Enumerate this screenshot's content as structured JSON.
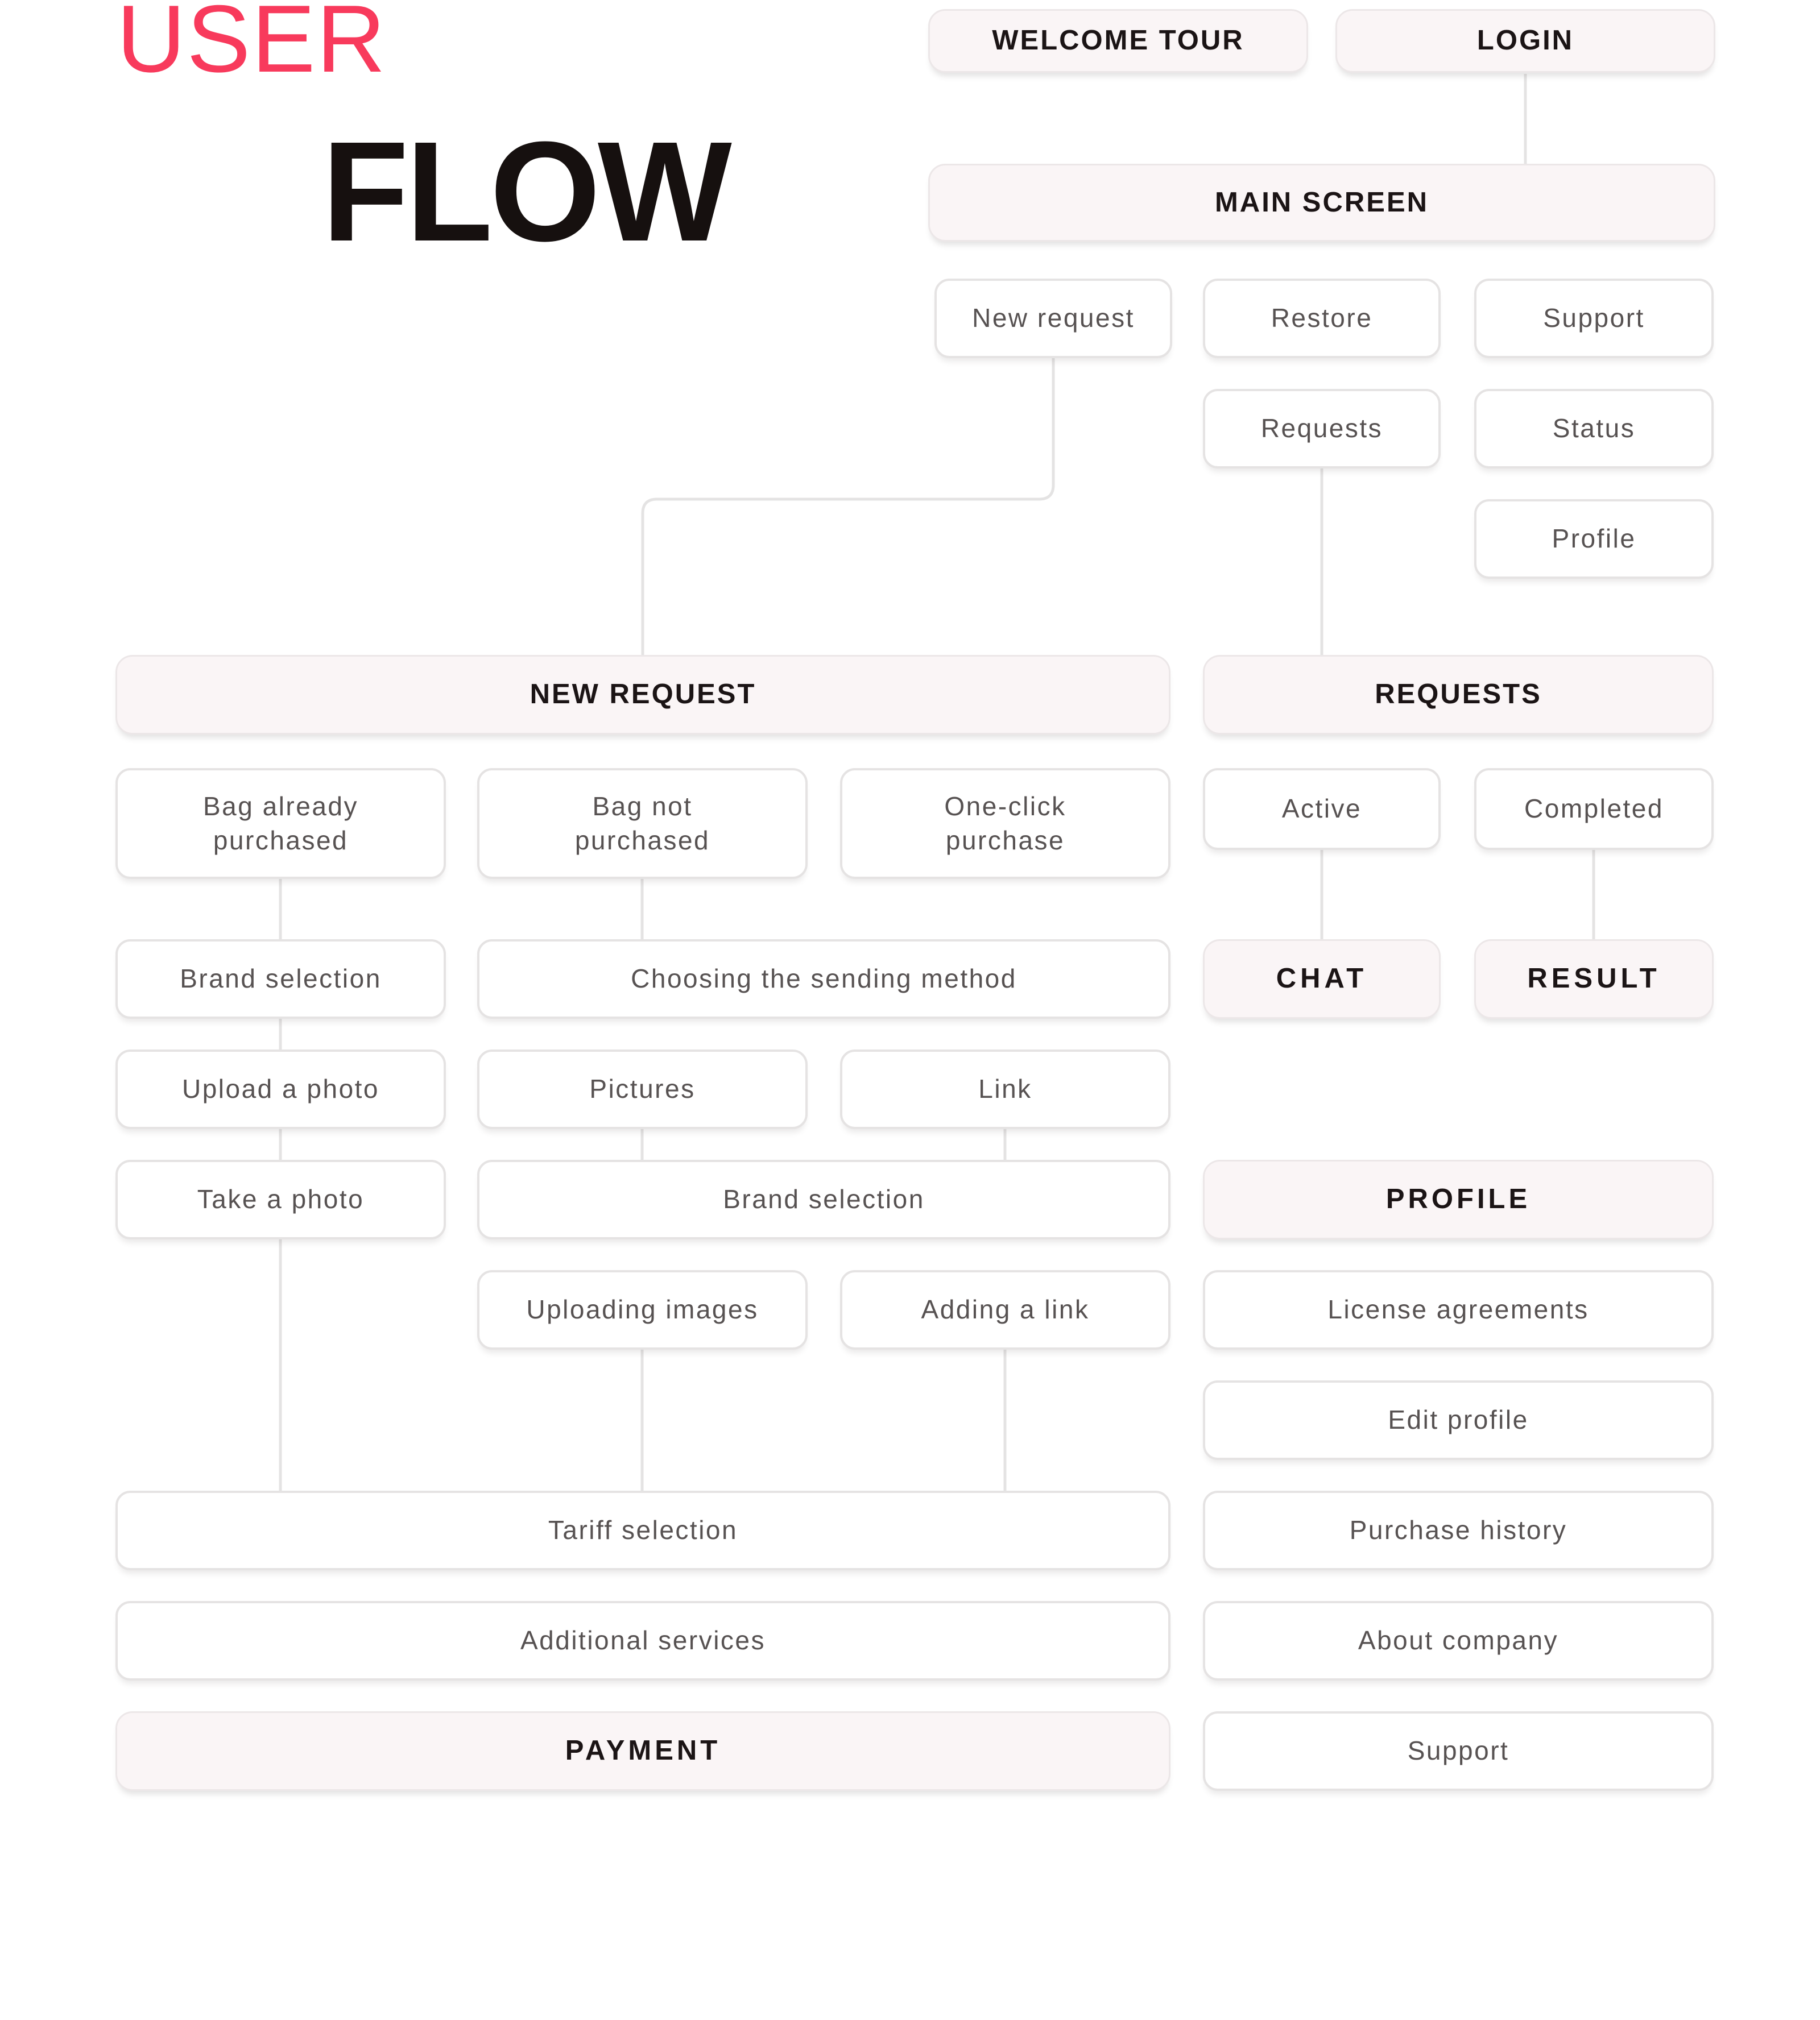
{
  "title": {
    "word1": "USER",
    "word2": "FLOW"
  },
  "palette": {
    "title_accent": "#f83a5c",
    "title_dark": "#16100f",
    "highlight_node_fill": "#faf5f6",
    "default_node_fill": "#ffffff",
    "node_border": "#e5e3e3",
    "connector": "#e4e3e3",
    "node_text_dark": "#1b1415",
    "node_text_gray": "#575252"
  },
  "nodes": {
    "welcome_tour": "WELCOME TOUR",
    "login": "LOGIN",
    "main_screen": "MAIN SCREEN",
    "new_request": "New request",
    "restore": "Restore",
    "support": "Support",
    "requests": "Requests",
    "status": "Status",
    "profile": "Profile",
    "new_request_header": "NEW REQUEST",
    "requests_header": "REQUESTS",
    "bag_already_purchased": "Bag already\npurchased",
    "bag_not_purchased": "Bag not\npurchased",
    "one_click_purchase": "One-click\npurchase",
    "active": "Active",
    "completed": "Completed",
    "brand_selection": "Brand selection",
    "choosing_sending_method": "Choosing the sending method",
    "chat": "CHAT",
    "result": "RESULT",
    "upload_a_photo": "Upload a photo",
    "pictures": "Pictures",
    "link": "Link",
    "take_a_photo": "Take a photo",
    "brand_selection_2": "Brand selection",
    "profile_header": "PROFILE",
    "uploading_images": "Uploading images",
    "adding_a_link": "Adding a link",
    "license_agreements": "License agreements",
    "edit_profile": "Edit profile",
    "purchase_history": "Purchase history",
    "about_company": "About company",
    "tariff_selection": "Tariff selection",
    "additional_services": "Additional services",
    "payment": "PAYMENT",
    "support_profile": "Support"
  },
  "edges": [
    {
      "from": "login",
      "to": "main_screen"
    },
    {
      "from": "new_request",
      "to": "new_request_header"
    },
    {
      "from": "requests",
      "to": "requests_header"
    },
    {
      "from": "bag_already_purchased",
      "to": "brand_selection"
    },
    {
      "from": "brand_selection",
      "to": "upload_a_photo"
    },
    {
      "from": "upload_a_photo",
      "to": "take_a_photo"
    },
    {
      "from": "take_a_photo",
      "to": "tariff_selection"
    },
    {
      "from": "bag_not_purchased",
      "to": "choosing_sending_method"
    },
    {
      "from": "pictures",
      "to": "brand_selection_2"
    },
    {
      "from": "link",
      "to": "brand_selection_2"
    },
    {
      "from": "uploading_images",
      "to": "tariff_selection"
    },
    {
      "from": "adding_a_link",
      "to": "tariff_selection"
    },
    {
      "from": "active",
      "to": "chat"
    },
    {
      "from": "completed",
      "to": "result"
    }
  ]
}
